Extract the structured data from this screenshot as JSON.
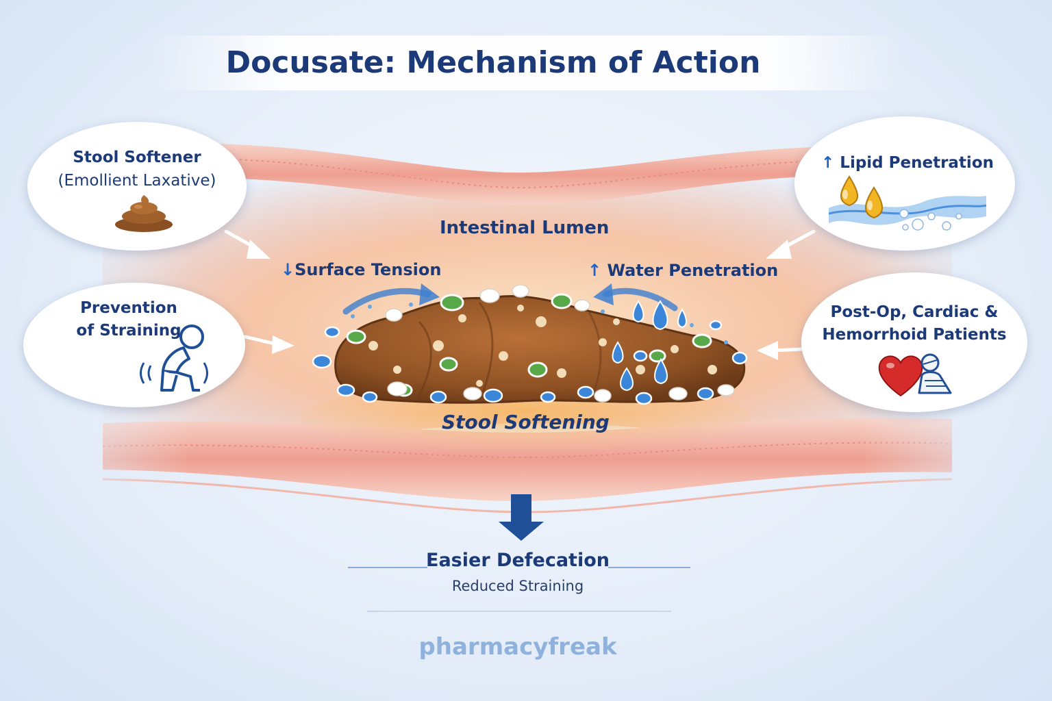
{
  "title": "Docusate: Mechanism of Action",
  "lumen_label": "Intestinal Lumen",
  "stool_label": "Stool Softening",
  "surface_tension": {
    "arrow": "↓",
    "text": "Surface Tension"
  },
  "water_penetration": {
    "arrow": "↑",
    "text": "Water Penetration"
  },
  "bubbles": {
    "stool_softener": {
      "line1": "Stool Softener",
      "line2": "(Emollient Laxative)"
    },
    "prevention": {
      "line1": "Prevention",
      "line2": "of Straining"
    },
    "lipid": {
      "arrow": "↑",
      "text": "Lipid Penetration"
    },
    "patients": {
      "line1": "Post-Op, Cardiac &",
      "line2": "Hemorrhoid Patients"
    }
  },
  "outcome": {
    "main": "Easier Defecation",
    "sub": "Reduced Straining"
  },
  "brand": "pharmacyfreak",
  "colors": {
    "title": "#1c3a78",
    "arrow": "#1f63c4",
    "stool": "#9a5a28",
    "tissue": "#f2b0a2",
    "brand": "#8fb2dd"
  },
  "icons": [
    "poop-icon",
    "straining-person-icon",
    "oil-drops-icon",
    "heart-icon",
    "bandage-icon",
    "water-drop-icon"
  ]
}
